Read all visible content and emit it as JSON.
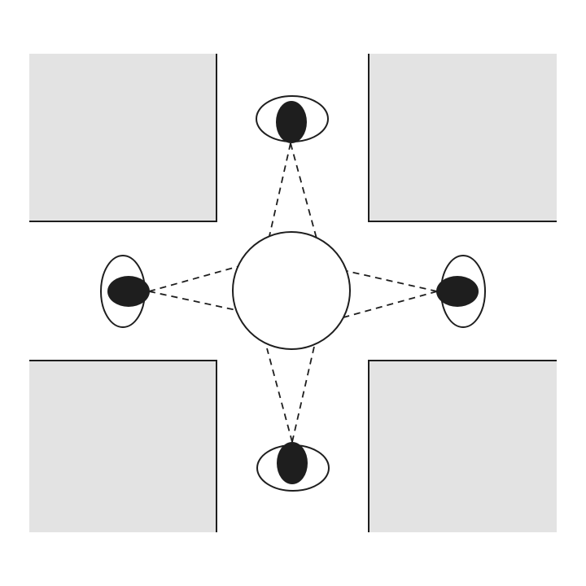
{
  "diagram": {
    "kind": "top-down intersection with four observers looking at a central circle",
    "colors": {
      "background": "#ffffff",
      "block_fill": "#e3e3e3",
      "stroke": "#1e1e1e",
      "observer_fill": "#1e1e1e",
      "circle_fill": "#ffffff"
    },
    "blocks": [
      "top-left",
      "top-right",
      "bottom-left",
      "bottom-right"
    ],
    "observers": [
      "top",
      "left",
      "right",
      "bottom"
    ],
    "center": "circle",
    "sight_lines": "dashed"
  }
}
